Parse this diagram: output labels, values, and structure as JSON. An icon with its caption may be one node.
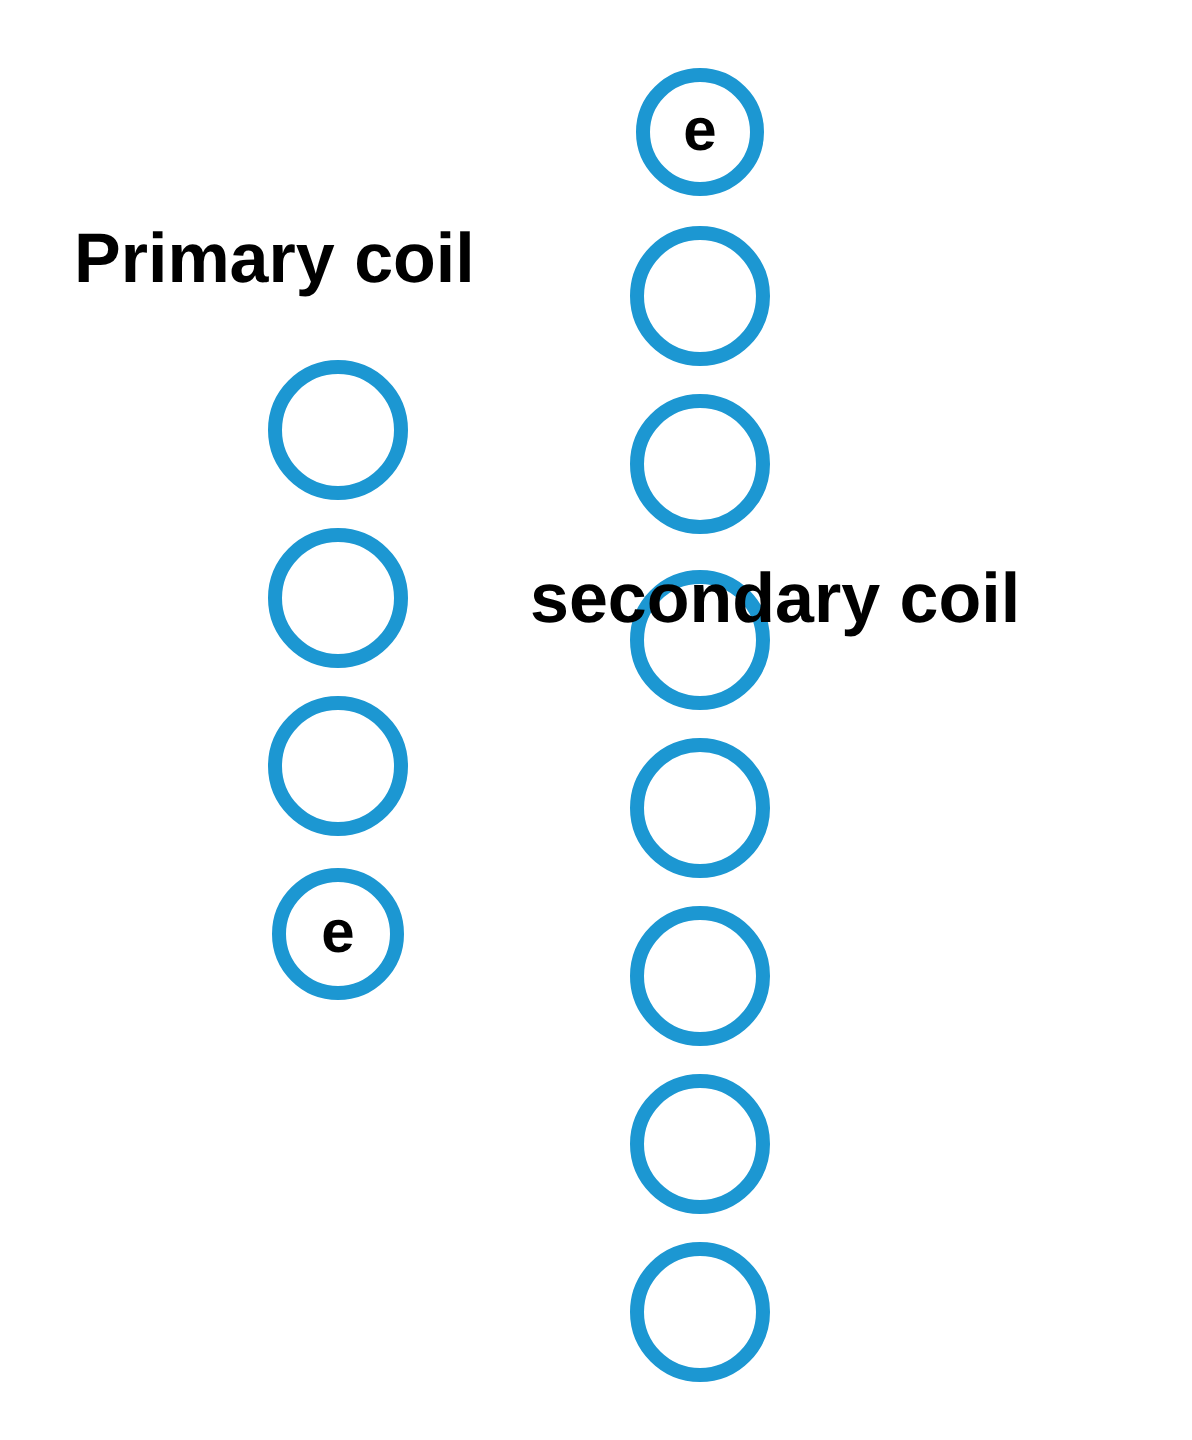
{
  "diagram": {
    "nodes": [
      {
        "text": [],
        "shape": "circle"
      },
      {
        "text": [],
        "shape": "circle"
      },
      {
        "text": [],
        "shape": "circle"
      },
      {
        "text": [
          "e"
        ]
      },
      {
        "text": [
          "e"
        ]
      },
      {
        "text": [],
        "shape": "circle"
      },
      {
        "text": [],
        "shape": "circle"
      },
      {
        "text": [],
        "shape": "circle"
      },
      {
        "text": [],
        "shape": "circle"
      },
      {
        "text": [],
        "shape": "circle"
      },
      {
        "text": [],
        "shape": "circle"
      },
      {
        "text": [],
        "shape": "circle"
      }
    ],
    "labels": [
      "Primary coil",
      "secondary coil"
    ]
  }
}
